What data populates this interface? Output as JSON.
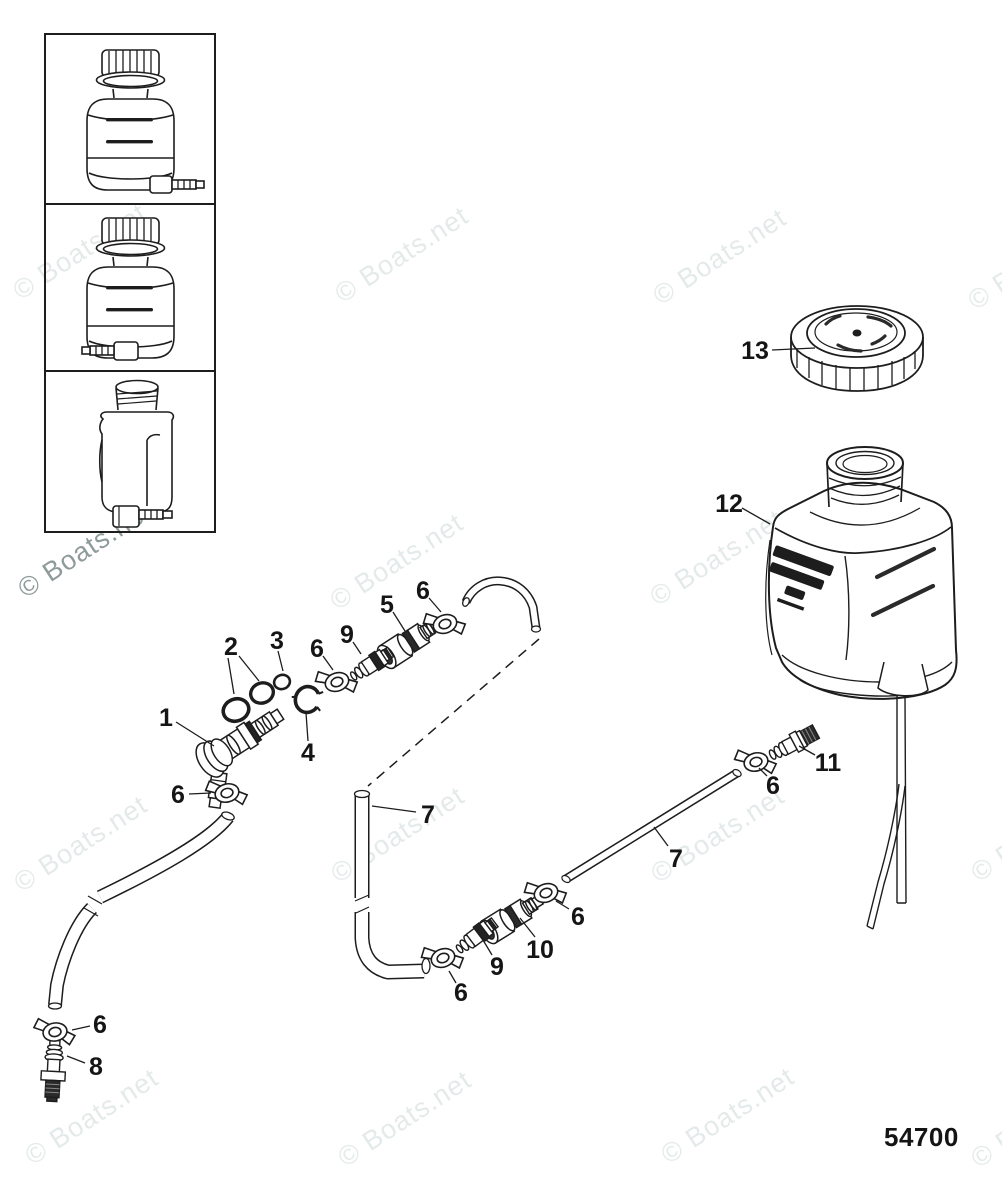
{
  "watermark": {
    "text": "© Boats.net"
  },
  "diagram_number": "54700",
  "colors": {
    "line": "#1d1d1d",
    "watermark_light": "#e4eaea",
    "watermark_dark": "#8f9a9a",
    "background": "#ffffff"
  },
  "callouts": [
    {
      "id": "item1",
      "label": "1"
    },
    {
      "id": "item2",
      "label": "2"
    },
    {
      "id": "item3",
      "label": "3"
    },
    {
      "id": "item4",
      "label": "4"
    },
    {
      "id": "item5",
      "label": "5"
    },
    {
      "id": "clamp-a",
      "label": "6"
    },
    {
      "id": "clamp-b",
      "label": "6"
    },
    {
      "id": "item9a",
      "label": "9"
    },
    {
      "id": "clamp-c",
      "label": "6"
    },
    {
      "id": "hose7a",
      "label": "7"
    },
    {
      "id": "hose7b",
      "label": "7"
    },
    {
      "id": "clamp-d",
      "label": "6"
    },
    {
      "id": "item11",
      "label": "11"
    },
    {
      "id": "clamp-e",
      "label": "6"
    },
    {
      "id": "item10",
      "label": "10"
    },
    {
      "id": "item9b",
      "label": "9"
    },
    {
      "id": "clamp-f",
      "label": "6"
    },
    {
      "id": "clamp-g",
      "label": "6"
    },
    {
      "id": "item8",
      "label": "8"
    },
    {
      "id": "item12",
      "label": "12"
    },
    {
      "id": "item13",
      "label": "13"
    }
  ]
}
